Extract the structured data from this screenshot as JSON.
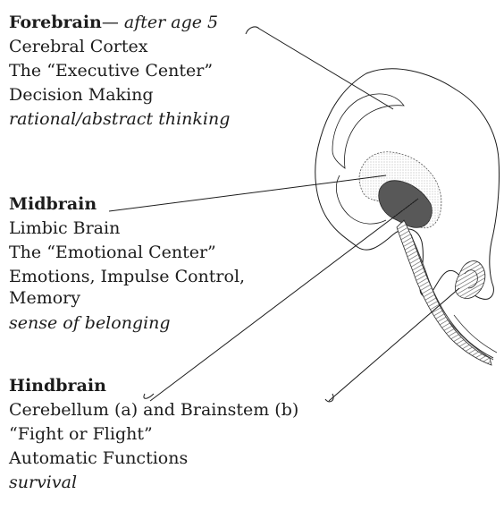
{
  "forebrain": {
    "heading": "Forebrain",
    "dash": "—",
    "subtitle": "after age 5",
    "lines": [
      "Cerebral Cortex",
      "The “Executive Center”",
      "Decision Making"
    ],
    "italic_line": "rational/abstract thinking"
  },
  "midbrain": {
    "heading": "Midbrain",
    "lines": [
      "Limbic Brain",
      "The “Emotional Center”",
      "Emotions, Impulse Control,",
      "Memory"
    ],
    "italic_line": "sense of belonging"
  },
  "hindbrain": {
    "heading": "Hindbrain",
    "lines": [
      "Cerebellum (a) and Brainstem (b)",
      "“Fight or Flight”",
      "Automatic Functions"
    ],
    "italic_line": "survival"
  },
  "colors": {
    "ink": "#1c1c1c",
    "brainstem_shading": "#7a7a7a",
    "midbrain_shading": "#5a5a5a"
  },
  "icons": [
    "brain-sagittal-illustration"
  ]
}
